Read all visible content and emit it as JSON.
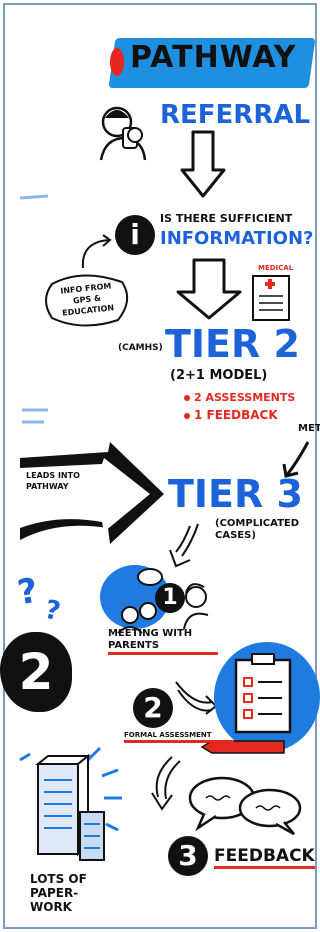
{
  "title": "PATHWAY",
  "steps": {
    "referral": "REFERRAL",
    "question_line1": "IS THERE SUFFICIENT",
    "question_line2": "INFORMATION?",
    "info_source": "INFO FROM GPS & EDUCATION",
    "medical": "MEDICAL",
    "tier2": "TIER 2",
    "tier2_prefix": "(CAMHS)",
    "tier2_model": "(2+1 MODEL)",
    "assessments": "2 ASSESSMENTS",
    "feedback_item": "1 FEEDBACK",
    "arrow_label": "LEADS INTO PATHWAY",
    "met": "MET",
    "tier3": "TIER 3",
    "tier3_note": "(COMPLICATED CASES)",
    "step1_number": "1",
    "step1_label": "MEETING WITH PARENTS",
    "step2_number": "2",
    "step2_label": "FORMAL ASSESSMENT",
    "step3_number": "3",
    "step3_label": "FEEDBACK",
    "paperwork": "LOTS OF PAPER-WORK",
    "info_icon": "i",
    "big2": "2",
    "question_marks": "?"
  },
  "colors": {
    "blue": "#1c63d9",
    "red": "#e32a21",
    "black": "#111111",
    "light_blue": "#1f8fe0"
  },
  "icons": [
    "person-icon",
    "info-icon",
    "medical-clipboard-icon",
    "checklist-clipboard-icon",
    "speech-bubbles-icon",
    "building-icon",
    "down-arrow-icon",
    "right-arrow-icon"
  ]
}
